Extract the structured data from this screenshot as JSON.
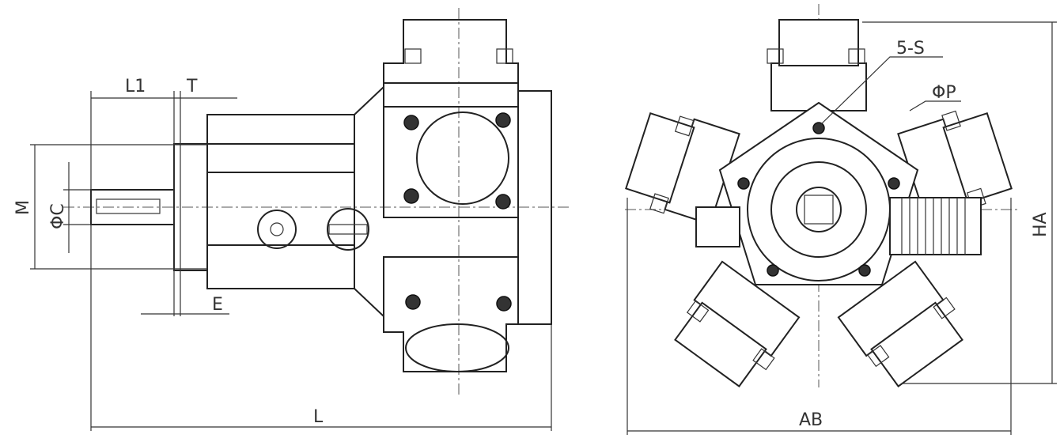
{
  "labels": {
    "l1": "L1",
    "t": "T",
    "m": "M",
    "phi_c": "ΦC",
    "e": "E",
    "l": "L",
    "five_s": "5-S",
    "phi_p": "ΦP",
    "ha": "HA",
    "ab": "AB"
  },
  "views": [
    "side-view",
    "front-view"
  ],
  "cylinder_count": 5
}
